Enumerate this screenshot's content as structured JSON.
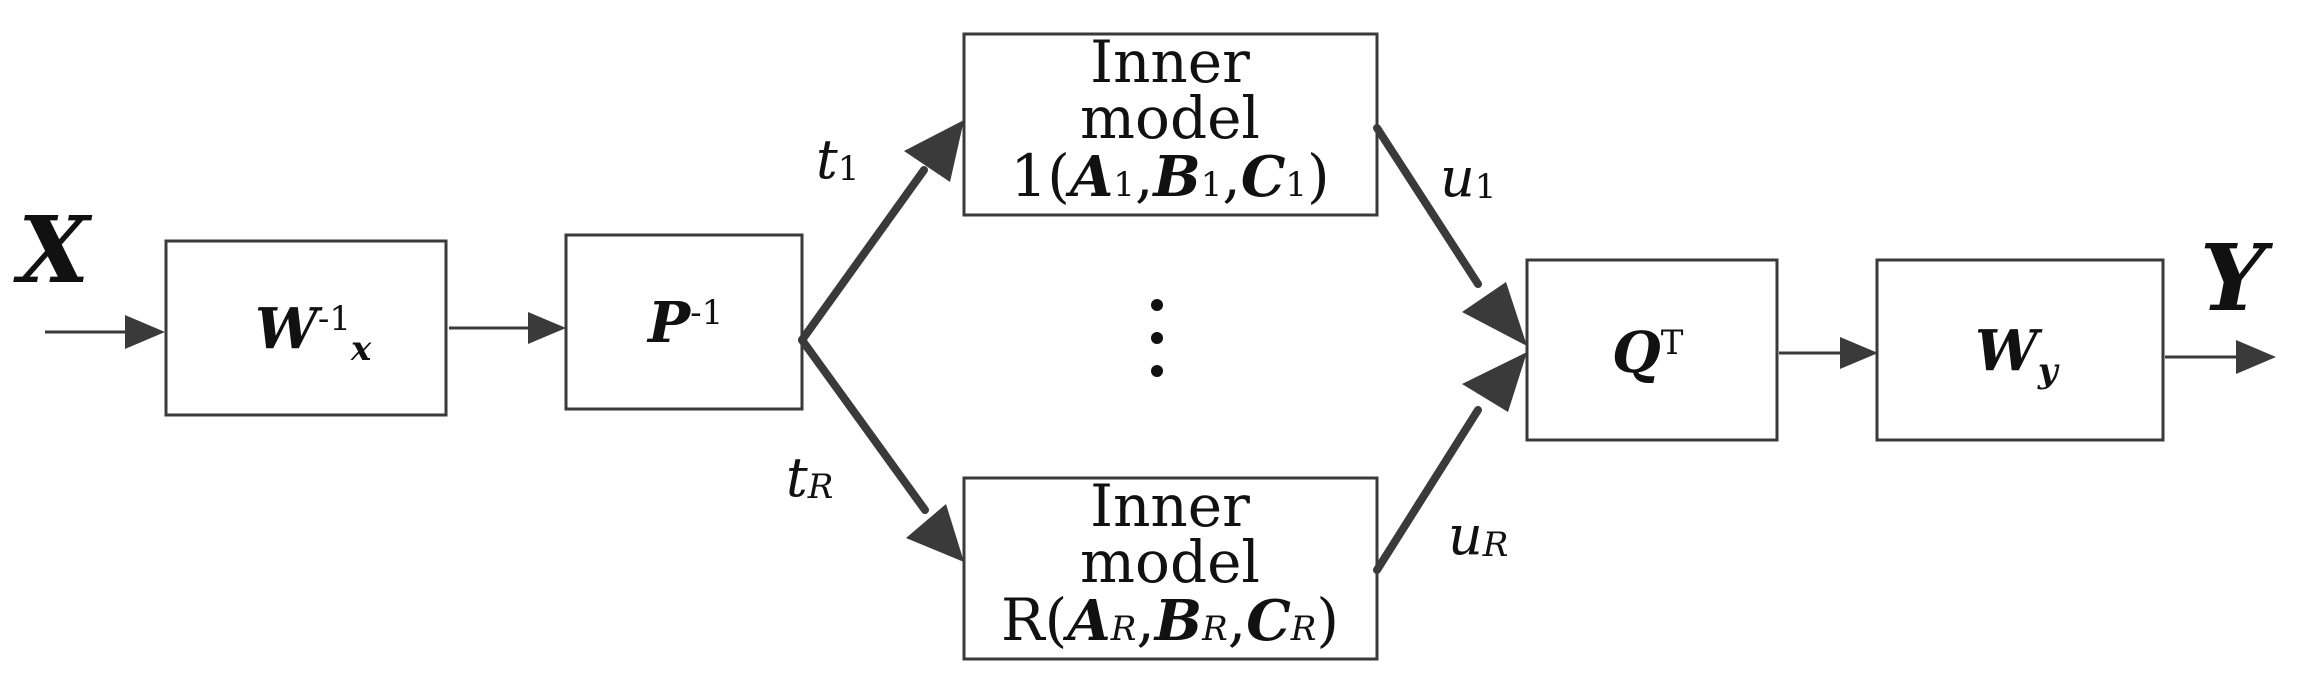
{
  "input": {
    "symbol": "X"
  },
  "output": {
    "symbol": "Y"
  },
  "blocks": {
    "wx": {
      "main": "W",
      "sup": "-1",
      "sub": "x"
    },
    "p": {
      "main": "P",
      "sup": "-1"
    },
    "q": {
      "main": "Q",
      "sup": "T"
    },
    "wy": {
      "main": "W",
      "sub": "y"
    }
  },
  "inner_models": [
    {
      "line1": "Inner",
      "line2": "model",
      "index": "1",
      "open": "(",
      "a": "A",
      "a_sub": "1",
      "comma1": ",",
      "b": "B",
      "b_sub": "1",
      "comma2": ",",
      "c": "C",
      "c_sub": "1",
      "close": ")"
    },
    {
      "line1": "Inner",
      "line2": "model",
      "index": "R",
      "open": "(",
      "a": "A",
      "a_sub": "R",
      "comma1": ",",
      "b": "B",
      "b_sub": "R",
      "comma2": ",",
      "c": "C",
      "c_sub": "R",
      "close": ")"
    }
  ],
  "edge_labels": {
    "t1": {
      "base": "t",
      "sub": "1"
    },
    "tR": {
      "base": "t",
      "sub": "R"
    },
    "u1": {
      "base": "u",
      "sub": "1"
    },
    "uR": {
      "base": "u",
      "sub": "R"
    }
  },
  "colors": {
    "stroke": "#3a3a3a",
    "text": "#111111",
    "background": "#ffffff"
  }
}
